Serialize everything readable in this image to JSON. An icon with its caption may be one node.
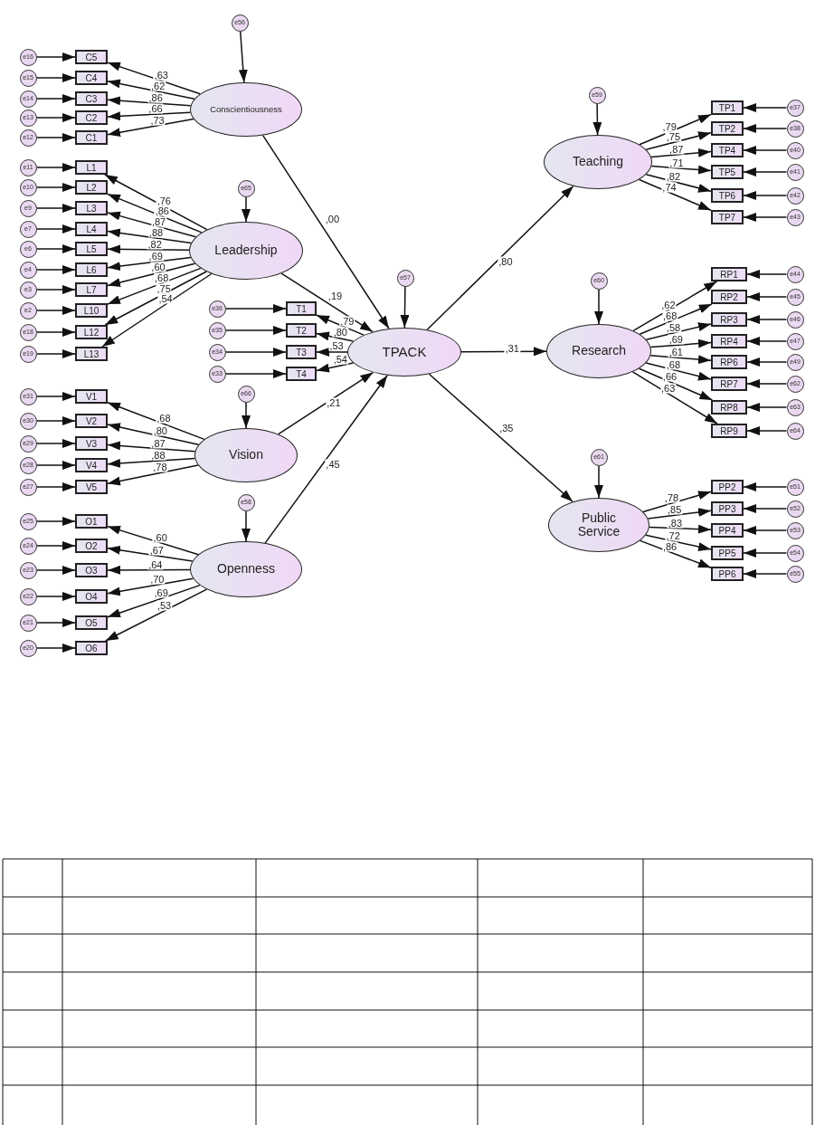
{
  "diagram": {
    "nodes": [
      {
        "text": [
          "e56"
        ]
      },
      {
        "text": [
          "Conscientiousness"
        ]
      },
      {
        "text": [
          "C5"
        ]
      },
      {
        "text": [
          "C4"
        ]
      },
      {
        "text": [
          "C3"
        ]
      },
      {
        "text": [
          "C2"
        ]
      },
      {
        "text": [
          "C1"
        ]
      },
      {
        "text": [
          "e16"
        ]
      },
      {
        "text": [
          "e15"
        ]
      },
      {
        "text": [
          "e14"
        ]
      },
      {
        "text": [
          "e13"
        ]
      },
      {
        "text": [
          "e12"
        ]
      },
      {
        "text": [
          "e65"
        ]
      },
      {
        "text": [
          "Leadership"
        ]
      },
      {
        "text": [
          "L1"
        ]
      },
      {
        "text": [
          "L2"
        ]
      },
      {
        "text": [
          "L3"
        ]
      },
      {
        "text": [
          "L4"
        ]
      },
      {
        "text": [
          "L5"
        ]
      },
      {
        "text": [
          "L6"
        ]
      },
      {
        "text": [
          "L7"
        ]
      },
      {
        "text": [
          "L10"
        ]
      },
      {
        "text": [
          "L12"
        ]
      },
      {
        "text": [
          "L13"
        ]
      },
      {
        "text": [
          "e11"
        ]
      },
      {
        "text": [
          "e10"
        ]
      },
      {
        "text": [
          "e9"
        ]
      },
      {
        "text": [
          "e7"
        ]
      },
      {
        "text": [
          "e6"
        ]
      },
      {
        "text": [
          "e4"
        ]
      },
      {
        "text": [
          "e3"
        ]
      },
      {
        "text": [
          "e2"
        ]
      },
      {
        "text": [
          "e18"
        ]
      },
      {
        "text": [
          "e19"
        ]
      },
      {
        "text": [
          "e57"
        ]
      },
      {
        "text": [
          "TPACK"
        ]
      },
      {
        "text": [
          "T1"
        ]
      },
      {
        "text": [
          "T2"
        ]
      },
      {
        "text": [
          "T3"
        ]
      },
      {
        "text": [
          "T4"
        ]
      },
      {
        "text": [
          "e36"
        ]
      },
      {
        "text": [
          "e35"
        ]
      },
      {
        "text": [
          "e34"
        ]
      },
      {
        "text": [
          "e33"
        ]
      },
      {
        "text": [
          "e66"
        ]
      },
      {
        "text": [
          "Vision"
        ]
      },
      {
        "text": [
          "V1"
        ]
      },
      {
        "text": [
          "V2"
        ]
      },
      {
        "text": [
          "V3"
        ]
      },
      {
        "text": [
          "V4"
        ]
      },
      {
        "text": [
          "V5"
        ]
      },
      {
        "text": [
          "e31"
        ]
      },
      {
        "text": [
          "e30"
        ]
      },
      {
        "text": [
          "e29"
        ]
      },
      {
        "text": [
          "e28"
        ]
      },
      {
        "text": [
          "e27"
        ]
      },
      {
        "text": [
          "e58"
        ]
      },
      {
        "text": [
          "Openness"
        ]
      },
      {
        "text": [
          "O1"
        ]
      },
      {
        "text": [
          "O2"
        ]
      },
      {
        "text": [
          "O3"
        ]
      },
      {
        "text": [
          "O4"
        ]
      },
      {
        "text": [
          "O5"
        ]
      },
      {
        "text": [
          "O6"
        ]
      },
      {
        "text": [
          "e25"
        ]
      },
      {
        "text": [
          "e24"
        ]
      },
      {
        "text": [
          "e23"
        ]
      },
      {
        "text": [
          "e22"
        ]
      },
      {
        "text": [
          "e21"
        ]
      },
      {
        "text": [
          "e20"
        ]
      },
      {
        "text": [
          "e59"
        ]
      },
      {
        "text": [
          "Teaching"
        ]
      },
      {
        "text": [
          "TP1"
        ]
      },
      {
        "text": [
          "TP2"
        ]
      },
      {
        "text": [
          "TP4"
        ]
      },
      {
        "text": [
          "TP5"
        ]
      },
      {
        "text": [
          "TP6"
        ]
      },
      {
        "text": [
          "TP7"
        ]
      },
      {
        "text": [
          "e37"
        ]
      },
      {
        "text": [
          "e38"
        ]
      },
      {
        "text": [
          "e40"
        ]
      },
      {
        "text": [
          "e41"
        ]
      },
      {
        "text": [
          "e42"
        ]
      },
      {
        "text": [
          "e43"
        ]
      },
      {
        "text": [
          "e60"
        ]
      },
      {
        "text": [
          "Research"
        ]
      },
      {
        "text": [
          "RP1"
        ]
      },
      {
        "text": [
          "RP2"
        ]
      },
      {
        "text": [
          "RP3"
        ]
      },
      {
        "text": [
          "RP4"
        ]
      },
      {
        "text": [
          "RP6"
        ]
      },
      {
        "text": [
          "RP7"
        ]
      },
      {
        "text": [
          "RP8"
        ]
      },
      {
        "text": [
          "RP9"
        ]
      },
      {
        "text": [
          "e44"
        ]
      },
      {
        "text": [
          "e45"
        ]
      },
      {
        "text": [
          "e46"
        ]
      },
      {
        "text": [
          "e47"
        ]
      },
      {
        "text": [
          "e49"
        ]
      },
      {
        "text": [
          "e62"
        ]
      },
      {
        "text": [
          "e63"
        ]
      },
      {
        "text": [
          "e64"
        ]
      },
      {
        "text": [
          "e61"
        ]
      },
      {
        "text": [
          "Public Service"
        ]
      },
      {
        "text": [
          "PP2"
        ]
      },
      {
        "text": [
          "PP3"
        ]
      },
      {
        "text": [
          "PP4"
        ]
      },
      {
        "text": [
          "PP5"
        ]
      },
      {
        "text": [
          "PP6"
        ]
      },
      {
        "text": [
          "e51"
        ]
      },
      {
        "text": [
          "e52"
        ]
      },
      {
        "text": [
          "e53"
        ]
      },
      {
        "text": [
          "e54"
        ]
      },
      {
        "text": [
          "e55"
        ]
      }
    ],
    "edges": [
      {
        "from": 0,
        "to": 1,
        "arrow": "to"
      },
      {
        "from": 1,
        "to": 2,
        "arrow": "to",
        "label": ",63"
      },
      {
        "from": 1,
        "to": 3,
        "arrow": "to",
        "label": ",62"
      },
      {
        "from": 1,
        "to": 4,
        "arrow": "to",
        "label": ",86"
      },
      {
        "from": 1,
        "to": 5,
        "arrow": "to",
        "label": ",66"
      },
      {
        "from": 1,
        "to": 6,
        "arrow": "to",
        "label": ",73"
      },
      {
        "from": 7,
        "to": 2,
        "arrow": "to"
      },
      {
        "from": 8,
        "to": 3,
        "arrow": "to"
      },
      {
        "from": 9,
        "to": 4,
        "arrow": "to"
      },
      {
        "from": 10,
        "to": 5,
        "arrow": "to"
      },
      {
        "from": 11,
        "to": 6,
        "arrow": "to"
      },
      {
        "from": 12,
        "to": 13,
        "arrow": "to"
      },
      {
        "from": 13,
        "to": 14,
        "arrow": "to",
        "label": ",76"
      },
      {
        "from": 13,
        "to": 15,
        "arrow": "to",
        "label": ",86"
      },
      {
        "from": 13,
        "to": 16,
        "arrow": "to",
        "label": ",87"
      },
      {
        "from": 13,
        "to": 17,
        "arrow": "to",
        "label": ",88"
      },
      {
        "from": 13,
        "to": 18,
        "arrow": "to",
        "label": ",82"
      },
      {
        "from": 13,
        "to": 19,
        "arrow": "to",
        "label": ",69"
      },
      {
        "from": 13,
        "to": 20,
        "arrow": "to",
        "label": ",60"
      },
      {
        "from": 13,
        "to": 21,
        "arrow": "to",
        "label": ",68"
      },
      {
        "from": 13,
        "to": 22,
        "arrow": "to",
        "label": ",75"
      },
      {
        "from": 13,
        "to": 23,
        "arrow": "to",
        "label": ",54"
      },
      {
        "from": 24,
        "to": 14,
        "arrow": "to"
      },
      {
        "from": 25,
        "to": 15,
        "arrow": "to"
      },
      {
        "from": 26,
        "to": 16,
        "arrow": "to"
      },
      {
        "from": 27,
        "to": 17,
        "arrow": "to"
      },
      {
        "from": 28,
        "to": 18,
        "arrow": "to"
      },
      {
        "from": 29,
        "to": 19,
        "arrow": "to"
      },
      {
        "from": 30,
        "to": 20,
        "arrow": "to"
      },
      {
        "from": 31,
        "to": 21,
        "arrow": "to"
      },
      {
        "from": 32,
        "to": 22,
        "arrow": "to"
      },
      {
        "from": 33,
        "to": 23,
        "arrow": "to"
      },
      {
        "from": 34,
        "to": 35,
        "arrow": "to"
      },
      {
        "from": 35,
        "to": 36,
        "arrow": "to",
        "label": ",79"
      },
      {
        "from": 35,
        "to": 37,
        "arrow": "to",
        "label": ",80"
      },
      {
        "from": 35,
        "to": 38,
        "arrow": "to",
        "label": ",53"
      },
      {
        "from": 35,
        "to": 39,
        "arrow": "to",
        "label": ",54"
      },
      {
        "from": 40,
        "to": 36,
        "arrow": "to"
      },
      {
        "from": 41,
        "to": 37,
        "arrow": "to"
      },
      {
        "from": 42,
        "to": 38,
        "arrow": "to"
      },
      {
        "from": 43,
        "to": 39,
        "arrow": "to"
      },
      {
        "from": 44,
        "to": 45,
        "arrow": "to"
      },
      {
        "from": 45,
        "to": 46,
        "arrow": "to",
        "label": ",68"
      },
      {
        "from": 45,
        "to": 47,
        "arrow": "to",
        "label": ",80"
      },
      {
        "from": 45,
        "to": 48,
        "arrow": "to",
        "label": ",87"
      },
      {
        "from": 45,
        "to": 49,
        "arrow": "to",
        "label": ",88"
      },
      {
        "from": 45,
        "to": 50,
        "arrow": "to",
        "label": ",78"
      },
      {
        "from": 51,
        "to": 46,
        "arrow": "to"
      },
      {
        "from": 52,
        "to": 47,
        "arrow": "to"
      },
      {
        "from": 53,
        "to": 48,
        "arrow": "to"
      },
      {
        "from": 54,
        "to": 49,
        "arrow": "to"
      },
      {
        "from": 55,
        "to": 50,
        "arrow": "to"
      },
      {
        "from": 56,
        "to": 57,
        "arrow": "to"
      },
      {
        "from": 57,
        "to": 58,
        "arrow": "to",
        "label": ",60"
      },
      {
        "from": 57,
        "to": 59,
        "arrow": "to",
        "label": ",67"
      },
      {
        "from": 57,
        "to": 60,
        "arrow": "to",
        "label": ",64"
      },
      {
        "from": 57,
        "to": 61,
        "arrow": "to",
        "label": ",70"
      },
      {
        "from": 57,
        "to": 62,
        "arrow": "to",
        "label": ",69"
      },
      {
        "from": 57,
        "to": 63,
        "arrow": "to",
        "label": ",53"
      },
      {
        "from": 64,
        "to": 58,
        "arrow": "to"
      },
      {
        "from": 65,
        "to": 59,
        "arrow": "to"
      },
      {
        "from": 66,
        "to": 60,
        "arrow": "to"
      },
      {
        "from": 67,
        "to": 61,
        "arrow": "to"
      },
      {
        "from": 68,
        "to": 62,
        "arrow": "to"
      },
      {
        "from": 69,
        "to": 63,
        "arrow": "to"
      },
      {
        "from": 70,
        "to": 71,
        "arrow": "to"
      },
      {
        "from": 71,
        "to": 72,
        "arrow": "to",
        "label": ",79"
      },
      {
        "from": 71,
        "to": 73,
        "arrow": "to",
        "label": ",75"
      },
      {
        "from": 71,
        "to": 74,
        "arrow": "to",
        "label": ",87"
      },
      {
        "from": 71,
        "to": 75,
        "arrow": "to",
        "label": ",71"
      },
      {
        "from": 71,
        "to": 76,
        "arrow": "to",
        "label": ",82"
      },
      {
        "from": 71,
        "to": 77,
        "arrow": "to",
        "label": ",74"
      },
      {
        "from": 78,
        "to": 72,
        "arrow": "to"
      },
      {
        "from": 79,
        "to": 73,
        "arrow": "to"
      },
      {
        "from": 80,
        "to": 74,
        "arrow": "to"
      },
      {
        "from": 81,
        "to": 75,
        "arrow": "to"
      },
      {
        "from": 82,
        "to": 76,
        "arrow": "to"
      },
      {
        "from": 83,
        "to": 77,
        "arrow": "to"
      },
      {
        "from": 84,
        "to": 85,
        "arrow": "to"
      },
      {
        "from": 85,
        "to": 86,
        "arrow": "to",
        "label": ",62"
      },
      {
        "from": 85,
        "to": 87,
        "arrow": "to",
        "label": ",68"
      },
      {
        "from": 85,
        "to": 88,
        "arrow": "to",
        "label": ",58"
      },
      {
        "from": 85,
        "to": 89,
        "arrow": "to",
        "label": ",69"
      },
      {
        "from": 85,
        "to": 90,
        "arrow": "to",
        "label": ",61"
      },
      {
        "from": 85,
        "to": 91,
        "arrow": "to",
        "label": ",68"
      },
      {
        "from": 85,
        "to": 92,
        "arrow": "to",
        "label": ",66"
      },
      {
        "from": 85,
        "to": 93,
        "arrow": "to",
        "label": ",63"
      },
      {
        "from": 94,
        "to": 86,
        "arrow": "to"
      },
      {
        "from": 95,
        "to": 87,
        "arrow": "to"
      },
      {
        "from": 96,
        "to": 88,
        "arrow": "to"
      },
      {
        "from": 97,
        "to": 89,
        "arrow": "to"
      },
      {
        "from": 98,
        "to": 90,
        "arrow": "to"
      },
      {
        "from": 99,
        "to": 91,
        "arrow": "to"
      },
      {
        "from": 100,
        "to": 92,
        "arrow": "to"
      },
      {
        "from": 101,
        "to": 93,
        "arrow": "to"
      },
      {
        "from": 102,
        "to": 103,
        "arrow": "to"
      },
      {
        "from": 103,
        "to": 104,
        "arrow": "to",
        "label": ",78"
      },
      {
        "from": 103,
        "to": 105,
        "arrow": "to",
        "label": ",85"
      },
      {
        "from": 103,
        "to": 106,
        "arrow": "to",
        "label": ",83"
      },
      {
        "from": 103,
        "to": 107,
        "arrow": "to",
        "label": ",72"
      },
      {
        "from": 103,
        "to": 108,
        "arrow": "to",
        "label": ",86"
      },
      {
        "from": 109,
        "to": 104,
        "arrow": "to"
      },
      {
        "from": 110,
        "to": 105,
        "arrow": "to"
      },
      {
        "from": 111,
        "to": 106,
        "arrow": "to"
      },
      {
        "from": 112,
        "to": 107,
        "arrow": "to"
      },
      {
        "from": 113,
        "to": 108,
        "arrow": "to"
      },
      {
        "from": 1,
        "to": 35,
        "arrow": "to",
        "label": ",00"
      },
      {
        "from": 13,
        "to": 35,
        "arrow": "to",
        "label": ",19"
      },
      {
        "from": 45,
        "to": 35,
        "arrow": "to",
        "label": ",21"
      },
      {
        "from": 57,
        "to": 35,
        "arrow": "to",
        "label": ",45"
      },
      {
        "from": 35,
        "to": 71,
        "arrow": "to",
        "label": ",80"
      },
      {
        "from": 35,
        "to": 85,
        "arrow": "to",
        "label": ",31"
      },
      {
        "from": 35,
        "to": 103,
        "arrow": "to",
        "label": ",35"
      }
    ]
  }
}
